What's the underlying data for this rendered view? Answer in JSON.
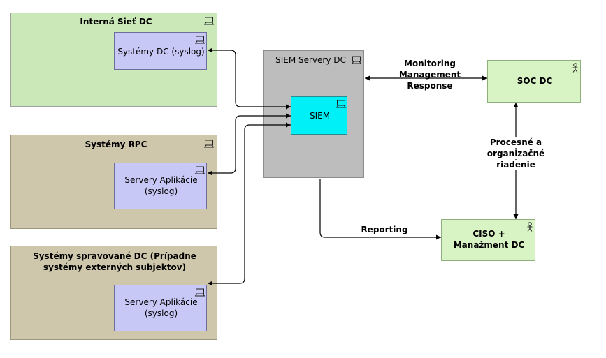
{
  "nodes": {
    "interna_siet": {
      "title": "Interná Sieť DC"
    },
    "systemy_dc": {
      "title": "Systémy DC (syslog)"
    },
    "systemy_rpc": {
      "title": "Systémy RPC"
    },
    "servery_aplikacie_1": {
      "line1": "Servery Aplikácie",
      "line2": "(syslog)"
    },
    "systemy_spravovane": {
      "line1": "Systémy spravované DC (Prípadne",
      "line2": "systémy externých subjektov)"
    },
    "servery_aplikacie_2": {
      "line1": "Servery Aplikácie",
      "line2": "(syslog)"
    },
    "siem_servery": {
      "title": "SIEM Servery DC"
    },
    "siem": {
      "title": "SIEM"
    },
    "soc": {
      "title": "SOC DC"
    },
    "ciso": {
      "line1": "CISO +",
      "line2": "Manažment DC"
    }
  },
  "edges": {
    "monitoring": {
      "line1": "Monitoring",
      "line2": "Management",
      "line3": "Response"
    },
    "procesne": {
      "line1": "Procesné a",
      "line2": "organizačné",
      "line3": "riadenie"
    },
    "reporting": {
      "label": "Reporting"
    }
  }
}
